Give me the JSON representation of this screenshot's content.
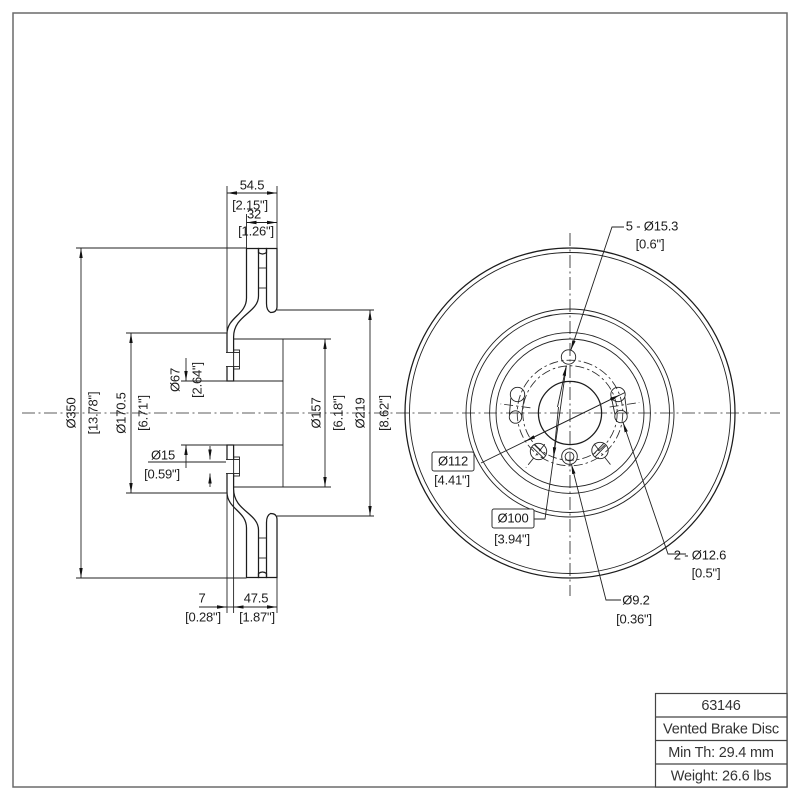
{
  "drawing": {
    "section_dims": {
      "overall_width_mm": "54.5",
      "overall_width_in": "[2.15\"]",
      "friction_width_mm": "32",
      "friction_width_in": "[1.26\"]",
      "outer_dia_mm": "Ø350",
      "outer_dia_in": "[13.78\"]",
      "hat_dia_mm": "Ø170.5",
      "hat_dia_in": "[6.71\"]",
      "bore_dia_mm": "Ø67",
      "bore_dia_in": "[2.64\"]",
      "flange_hole_mm": "Ø15",
      "flange_hole_in": "[0.59\"]",
      "step_dia_mm": "Ø157",
      "step_dia_in": "[6.18\"]",
      "ring_inner_dia_mm": "Ø219",
      "ring_inner_dia_in": "[8.62\"]",
      "flange_offset_mm": "7",
      "flange_offset_in": "[0.28\"]",
      "hat_depth_mm": "47.5",
      "hat_depth_in": "[1.87\"]"
    },
    "front_dims": {
      "stud_holes_mm": "5 - Ø15.3",
      "stud_holes_in": "[0.6\"]",
      "bolt_circle_1_mm": "Ø112",
      "bolt_circle_1_in": "[4.41\"]",
      "bolt_circle_2_mm": "Ø100",
      "bolt_circle_2_in": "[3.94\"]",
      "pin_holes_mm": "2 - Ø12.6",
      "pin_holes_in": "[0.5\"]",
      "screw_hole_mm": "Ø9.2",
      "screw_hole_in": "[0.36\"]"
    },
    "title_block": {
      "part_number": "63146",
      "description": "Vented Brake Disc",
      "min_thickness": "Min Th: 29.4 mm",
      "weight": "Weight: 26.6 lbs"
    }
  }
}
